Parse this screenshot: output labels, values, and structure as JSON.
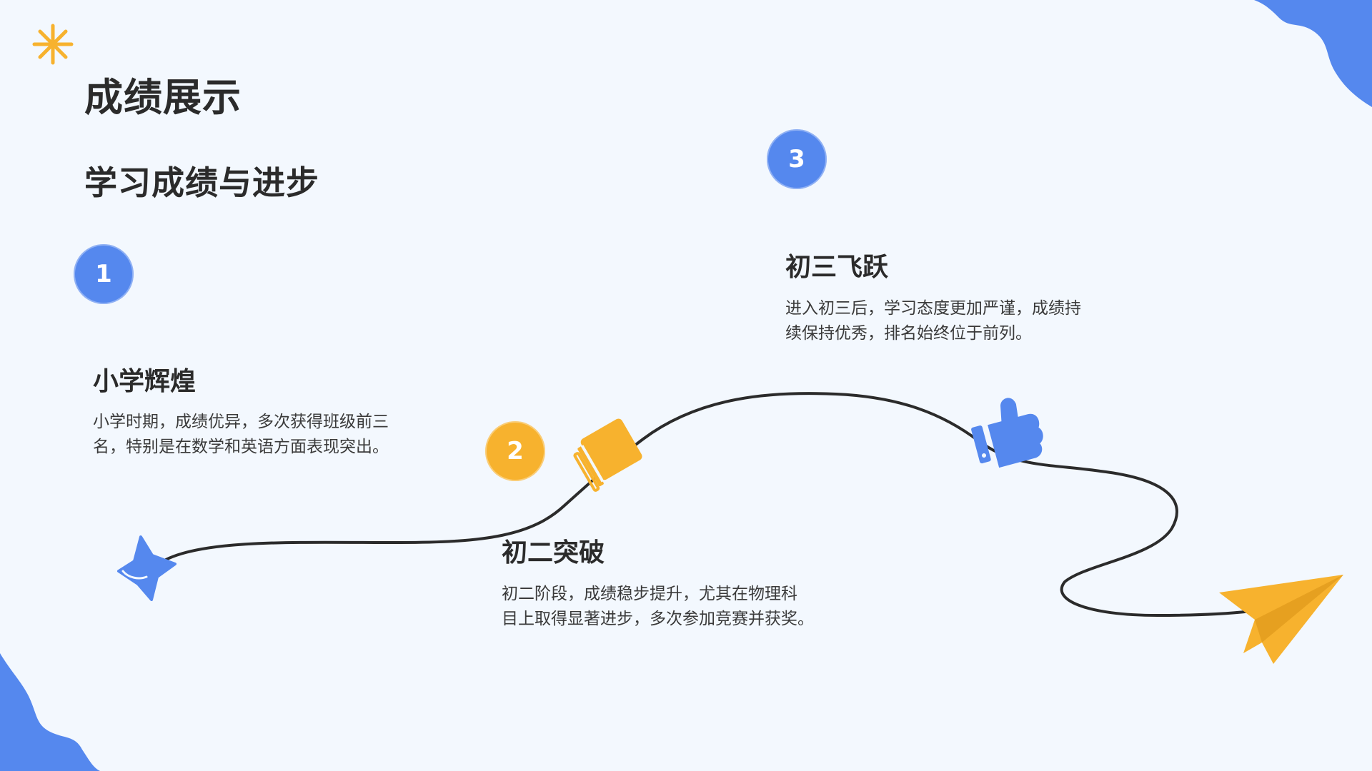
{
  "title": "成绩展示",
  "subtitle": "学习成绩与进步",
  "colors": {
    "background": "#f3f8fe",
    "blue": "#5588ee",
    "yellow": "#f7b22e",
    "text": "#2b2b2b"
  },
  "icons": {
    "sparkle": "sparkle-icon",
    "star": "star-icon",
    "book": "book-icon",
    "thumbs_up": "thumbs-up-icon",
    "paper_plane": "paper-plane-icon"
  },
  "milestones": [
    {
      "number": "1",
      "title": "小学辉煌",
      "desc_line1": "小学时期，成绩优异，多次获得班级前三",
      "desc_line2": "名，特别是在数学和英语方面表现突出。",
      "color": "#5588ee"
    },
    {
      "number": "2",
      "title": "初二突破",
      "desc_line1": "初二阶段，成绩稳步提升，尤其在物理科",
      "desc_line2": "目上取得显著进步，多次参加竞赛并获奖。",
      "color": "#f7b22e"
    },
    {
      "number": "3",
      "title": "初三飞跃",
      "desc_line1": "进入初三后，学习态度更加严谨，成绩持",
      "desc_line2": "续保持优秀，排名始终位于前列。",
      "color": "#5588ee"
    }
  ]
}
